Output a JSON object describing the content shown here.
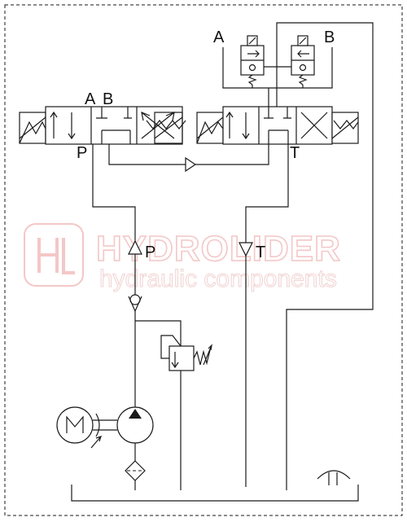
{
  "labels": {
    "left_valve_a": "A",
    "left_valve_b": "B",
    "left_valve_p": "P",
    "right_valve_t": "T",
    "top_a": "A",
    "top_b": "B",
    "pressure_port": "P",
    "tank_port": "T"
  },
  "watermark": {
    "brand": "HYDROLIDER",
    "tagline": "hydraulic components"
  },
  "colors": {
    "line": "#1a1a1a",
    "watermark": "#f4c7c7"
  }
}
